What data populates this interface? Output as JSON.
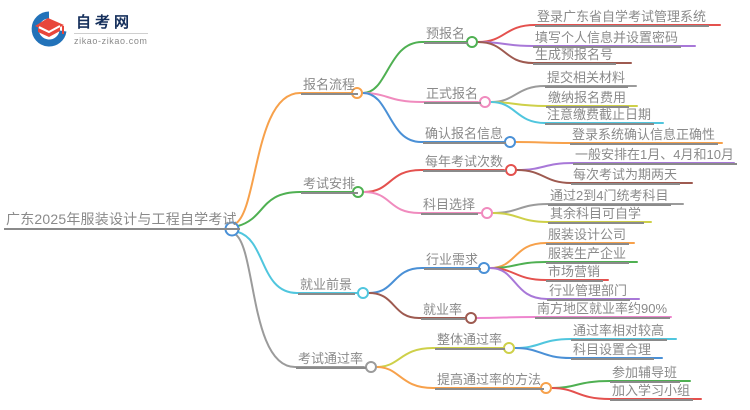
{
  "logo": {
    "site_name": "自考网",
    "site_url": "zikao-zikao.com"
  },
  "palette": {
    "blue": "#4a90d6",
    "orange": "#f7a14b",
    "green": "#4fb052",
    "cyan": "#50c6de",
    "gray": "#9b9b9b",
    "pink": "#f08bbe",
    "red": "#e4514e",
    "purple": "#a878d8",
    "maroon": "#9e5a50",
    "yellow": "#ced049",
    "magenta": "#ee85ce",
    "text": "#8a8a8a",
    "logo_red": "#e8463b",
    "logo_blue": "#2272b9",
    "logo_navy": "#16305c"
  },
  "mindmap": {
    "root": {
      "label": "广东2025年服装设计与工程自学考试",
      "color": "#4a90d6"
    },
    "branches": [
      {
        "label": "报名流程",
        "color": "#f7a14b",
        "children": [
          {
            "label": "预报名",
            "color": "#4fb052",
            "children": [
              {
                "label": "登录广东省自学考试管理系统",
                "color": "#e4514e"
              },
              {
                "label": "填写个人信息并设置密码",
                "color": "#a878d8"
              },
              {
                "label": "生成预报名号",
                "color": "#9e5a50"
              }
            ]
          },
          {
            "label": "正式报名",
            "color": "#f08bbe",
            "children": [
              {
                "label": "提交相关材料",
                "color": "#9b9b9b"
              },
              {
                "label": "缴纳报名费用",
                "color": "#ced049"
              },
              {
                "label": "注意缴费截止日期",
                "color": "#50c6de"
              }
            ]
          },
          {
            "label": "确认报名信息",
            "color": "#4a90d6",
            "children": [
              {
                "label": "登录系统确认信息正确性",
                "color": "#f7a14b"
              }
            ]
          }
        ]
      },
      {
        "label": "考试安排",
        "color": "#4fb052",
        "children": [
          {
            "label": "每年考试次数",
            "color": "#e4514e",
            "children": [
              {
                "label": "一般安排在1月、4月和10月",
                "color": "#a878d8"
              },
              {
                "label": "每次考试为期两天",
                "color": "#9e5a50"
              }
            ]
          },
          {
            "label": "科目选择",
            "color": "#f08bbe",
            "children": [
              {
                "label": "通过2到4门统考科目",
                "color": "#9b9b9b"
              },
              {
                "label": "其余科目可自学",
                "color": "#ced049"
              }
            ]
          }
        ]
      },
      {
        "label": "就业前景",
        "color": "#50c6de",
        "children": [
          {
            "label": "行业需求",
            "color": "#4a90d6",
            "children": [
              {
                "label": "服装设计公司",
                "color": "#f7a14b"
              },
              {
                "label": "服装生产企业",
                "color": "#4fb052"
              },
              {
                "label": "市场营销",
                "color": "#e4514e"
              },
              {
                "label": "行业管理部门",
                "color": "#a878d8"
              }
            ]
          },
          {
            "label": "就业率",
            "color": "#9e5a50",
            "children": [
              {
                "label": "南方地区就业率约90%",
                "color": "#ee85ce"
              }
            ]
          }
        ]
      },
      {
        "label": "考试通过率",
        "color": "#9b9b9b",
        "children": [
          {
            "label": "整体通过率",
            "color": "#ced049",
            "children": [
              {
                "label": "通过率相对较高",
                "color": "#50c6de"
              },
              {
                "label": "科目设置合理",
                "color": "#4a90d6"
              }
            ]
          },
          {
            "label": "提高通过率的方法",
            "color": "#f7a14b",
            "children": [
              {
                "label": "参加辅导班",
                "color": "#4fb052"
              },
              {
                "label": "加入学习小组",
                "color": "#e4514e"
              }
            ]
          }
        ]
      }
    ]
  }
}
